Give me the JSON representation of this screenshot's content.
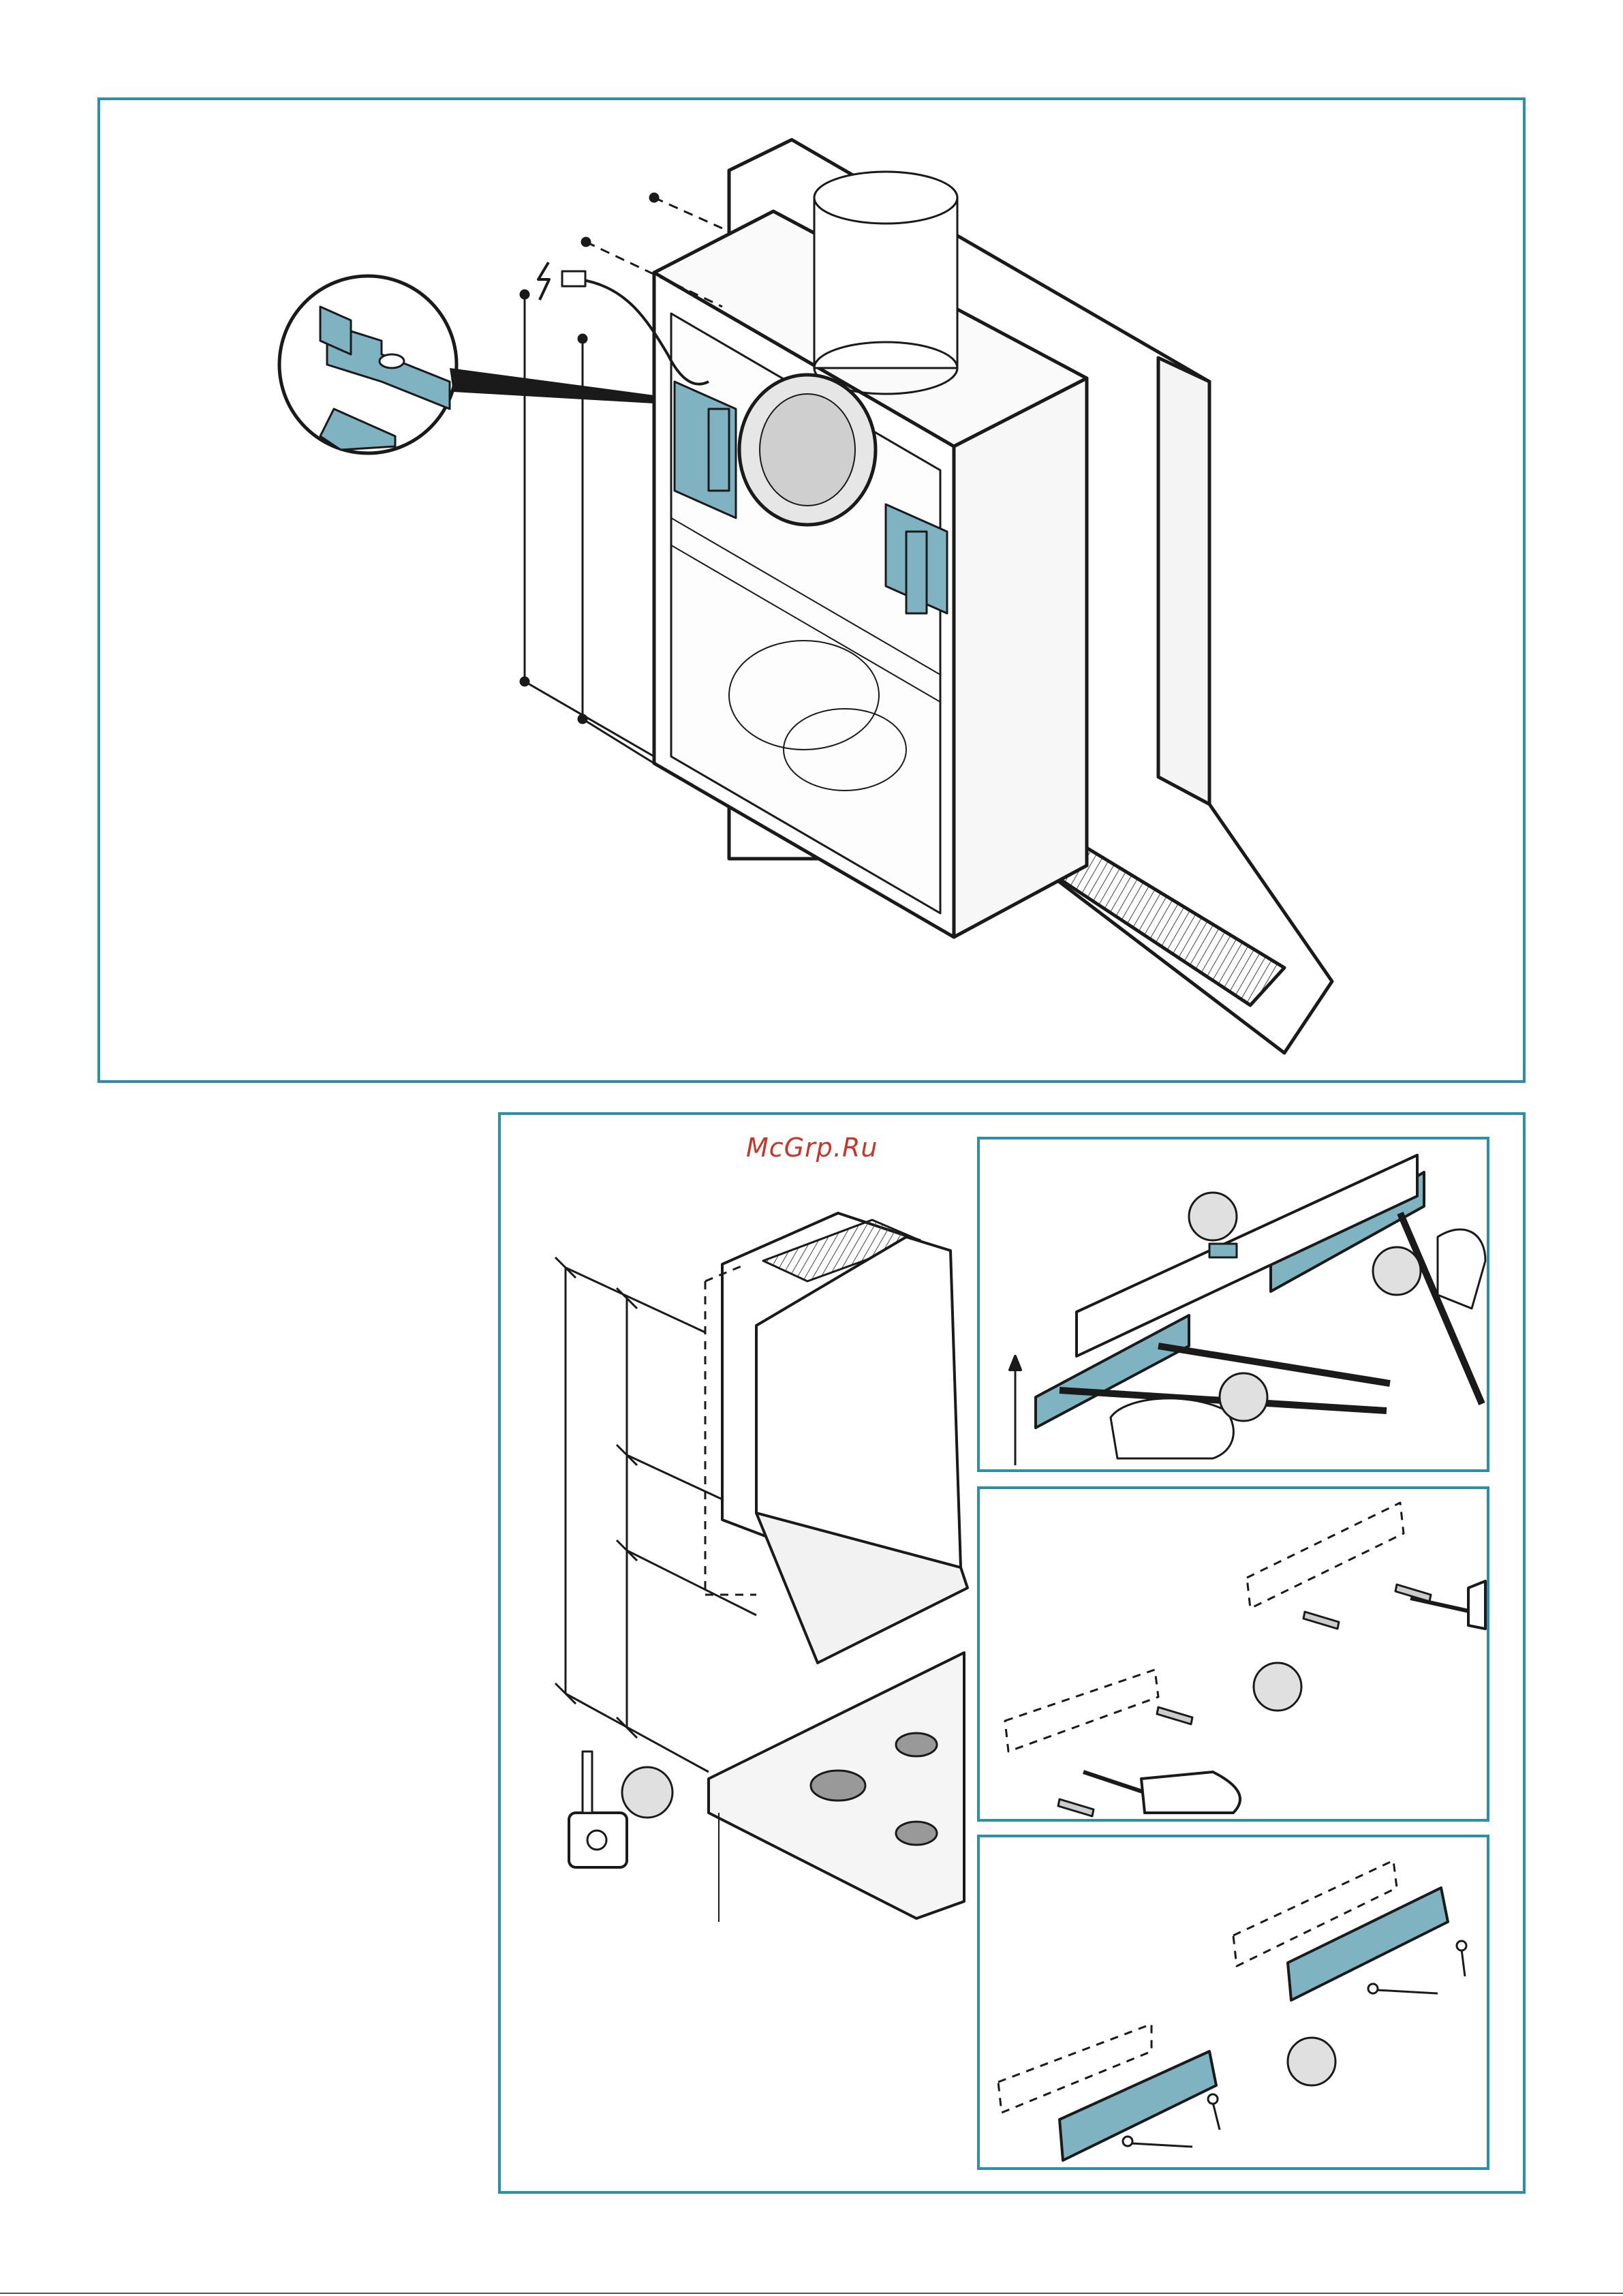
{
  "watermark": {
    "text": "McGrp.Ru",
    "color": "#c0392b"
  },
  "colors": {
    "frame": "#2a8fa8",
    "bracket": "#7fb3c2",
    "line": "#1a1a1a",
    "step_circle": "#e0e0e0"
  },
  "figures": {
    "top": {
      "name": "hood-mounting-overview"
    },
    "bottom_left": {
      "name": "measure-height",
      "step_marker": ""
    },
    "step_a": {
      "name": "mark-with-level",
      "markers": [
        "",
        "",
        ""
      ]
    },
    "step_b": {
      "name": "drill-and-plug",
      "markers": [
        ""
      ]
    },
    "step_c": {
      "name": "screw-brackets",
      "markers": [
        ""
      ]
    }
  }
}
